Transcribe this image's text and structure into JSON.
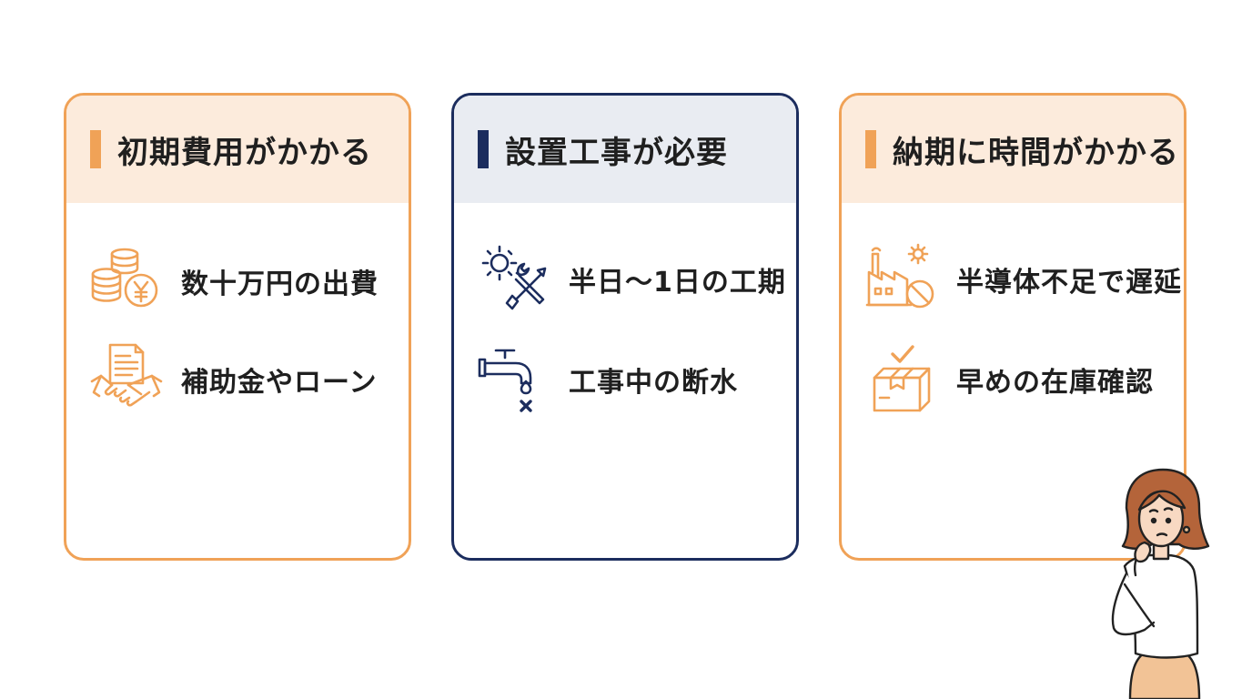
{
  "cards": [
    {
      "title": "初期費用がかかる",
      "items": [
        {
          "icon": "coins-yen-icon",
          "text": "数十万円の出費"
        },
        {
          "icon": "handshake-document-icon",
          "text": "補助金やローン"
        }
      ]
    },
    {
      "title": "設置工事が必要",
      "items": [
        {
          "icon": "sun-tools-icon",
          "text": "半日〜1日の工期"
        },
        {
          "icon": "faucet-off-icon",
          "text": "工事中の断水"
        }
      ]
    },
    {
      "title": "納期に時間がかかる",
      "items": [
        {
          "icon": "factory-gear-icon",
          "text": "半導体不足で遅延"
        },
        {
          "icon": "box-check-icon",
          "text": "早めの在庫確認"
        }
      ]
    }
  ],
  "colors": {
    "orange": "#F0A257",
    "orange_tint": "#FCEBDC",
    "navy": "#1C2D5E",
    "navy_tint": "#E9ECF2"
  }
}
